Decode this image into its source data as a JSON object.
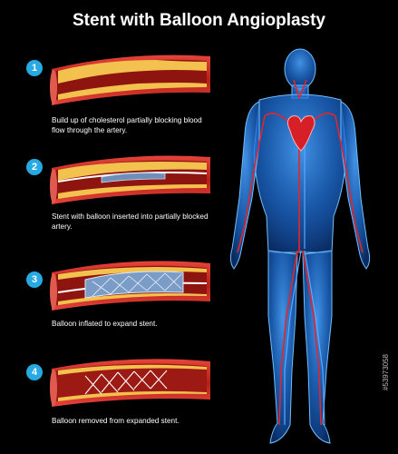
{
  "title": "Stent with Balloon Angioplasty",
  "steps": [
    {
      "number": "1",
      "caption": "Build up of cholesterol partially blocking blood flow through the artery."
    },
    {
      "number": "2",
      "caption": "Stent with balloon inserted into partially blocked artery."
    },
    {
      "number": "3",
      "caption": "Balloon inflated to expand stent."
    },
    {
      "number": "4",
      "caption": "Balloon removed from expanded stent."
    }
  ],
  "watermark": "#53973058",
  "colors": {
    "background": "#000000",
    "badge": "#27a9e1",
    "artery_wall": "#c8261c",
    "cholesterol": "#f2c14e",
    "body_glow": "#1e6fd9"
  }
}
